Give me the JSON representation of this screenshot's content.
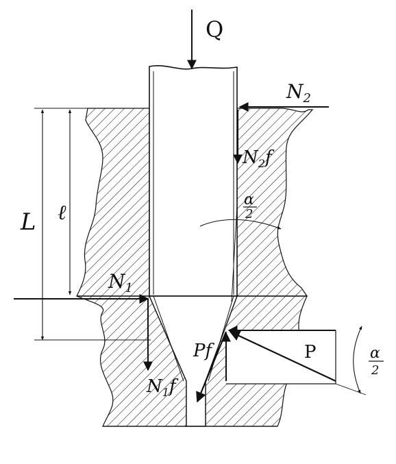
{
  "labels": {
    "Q": "Q",
    "N2": "N",
    "N2_sub": "2",
    "N2f": "N",
    "N2f_sub": "2",
    "N2f_f": "f",
    "N1": "N",
    "N1_sub": "1",
    "N1f": "N",
    "N1f_sub": "1",
    "N1f_f": "f",
    "Pf": "Pf",
    "P": "P",
    "L": "L",
    "l": "ℓ",
    "alpha": "α",
    "two": "2"
  },
  "colors": {
    "ink": "#111111",
    "paper": "#ffffff"
  }
}
